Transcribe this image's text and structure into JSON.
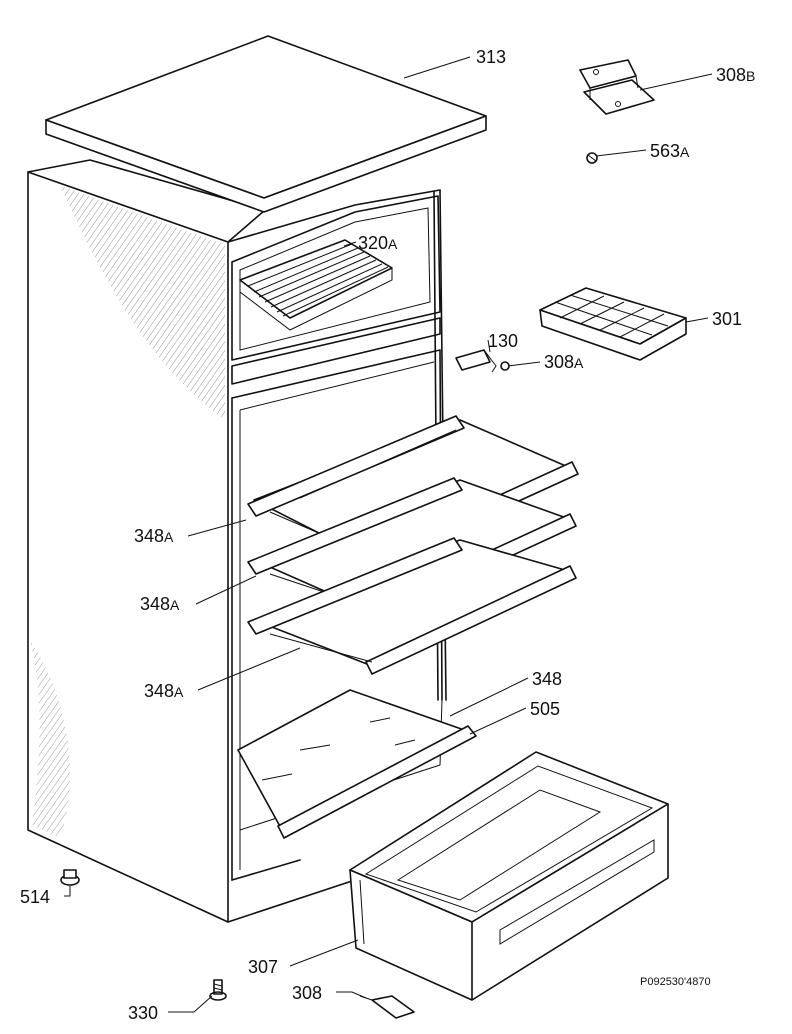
{
  "diagram": {
    "reference_code": "P092530'4870",
    "parts": [
      {
        "id": "p313",
        "main": "313",
        "sub": ""
      },
      {
        "id": "p308b",
        "main": "308",
        "sub": "B"
      },
      {
        "id": "p563a",
        "main": "563",
        "sub": "A"
      },
      {
        "id": "p320a",
        "main": "320",
        "sub": "A"
      },
      {
        "id": "p301",
        "main": "301",
        "sub": ""
      },
      {
        "id": "p130",
        "main": "130",
        "sub": ""
      },
      {
        "id": "p308a",
        "main": "308",
        "sub": "A"
      },
      {
        "id": "p348a1",
        "main": "348",
        "sub": "A"
      },
      {
        "id": "p348a2",
        "main": "348",
        "sub": "A"
      },
      {
        "id": "p348a3",
        "main": "348",
        "sub": "A"
      },
      {
        "id": "p348",
        "main": "348",
        "sub": ""
      },
      {
        "id": "p505",
        "main": "505",
        "sub": ""
      },
      {
        "id": "p514",
        "main": "514",
        "sub": ""
      },
      {
        "id": "p307",
        "main": "307",
        "sub": ""
      },
      {
        "id": "p330",
        "main": "330",
        "sub": ""
      },
      {
        "id": "p308",
        "main": "308",
        "sub": ""
      }
    ]
  }
}
